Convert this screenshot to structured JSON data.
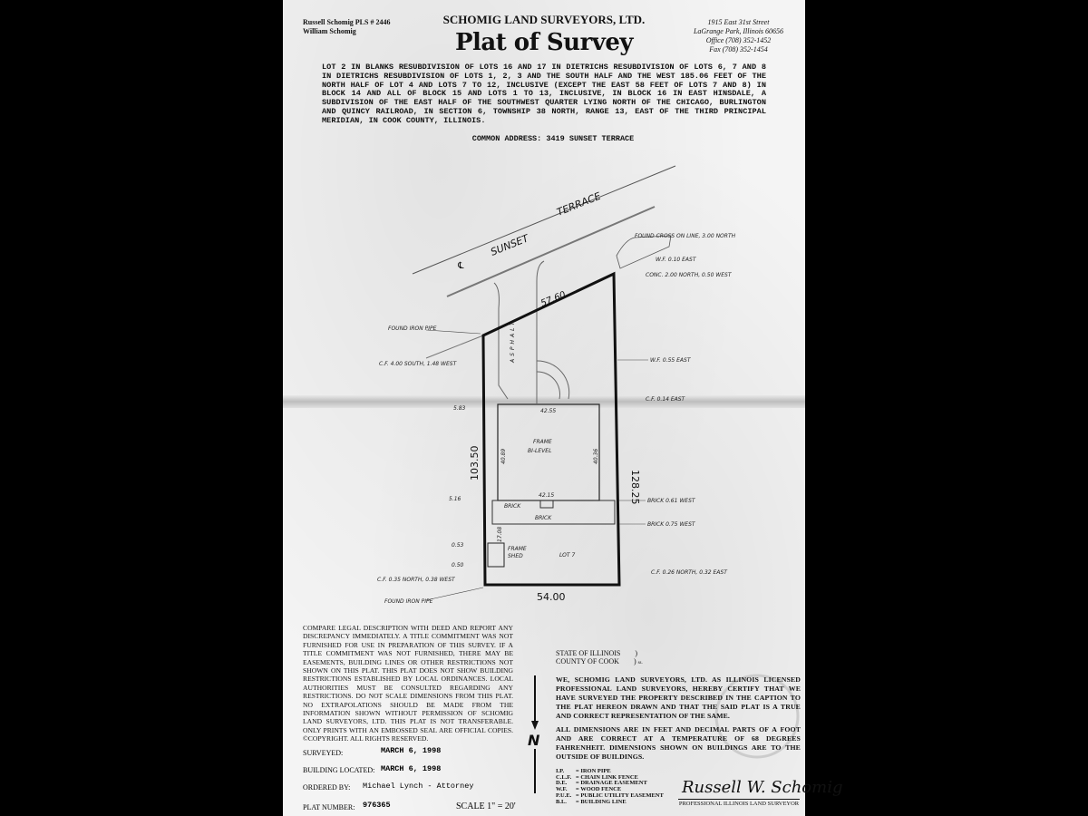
{
  "header": {
    "left_lines": [
      "Russell Schomig PLS # 2446",
      "William Schomig"
    ],
    "firm": "SCHOMIG LAND SURVEYORS, LTD.",
    "title": "Plat of Survey",
    "right_lines": [
      "1915 East 31st Street",
      "LaGrange Park, Illinois 60656",
      "Office (708) 352-1452",
      "Fax (708) 352-1454"
    ]
  },
  "legal_description": "LOT 2 IN BLANKS RESUBDIVISION OF LOTS 16 AND 17 IN DIETRICHS RESUBDIVISION OF LOTS 6, 7 AND 8 IN DIETRICHS RESUBDIVISION OF LOTS 1, 2, 3 AND THE SOUTH HALF AND THE WEST 185.06 FEET OF THE NORTH HALF OF LOT 4 AND LOTS 7 TO 12, INCLUSIVE (EXCEPT THE EAST 58 FEET OF LOTS 7 AND 8) IN BLOCK 14 AND ALL OF BLOCK 15 AND LOTS 1 TO 13, INCLUSIVE, IN BLOCK 16 IN EAST HINSDALE, A SUBDIVISION OF THE EAST HALF OF THE SOUTHWEST QUARTER LYING NORTH OF THE CHICAGO, BURLINGTON AND QUINCY RAILROAD, IN SECTION 6, TOWNSHIP 38 NORTH, RANGE 13, EAST OF THE THIRD PRINCIPAL MERIDIAN, IN COOK COUNTY, ILLINOIS.",
  "common_address": "COMMON ADDRESS: 3419 SUNSET TERRACE",
  "plat": {
    "street_word1": "SUNSET",
    "street_word2": "TERRACE",
    "centerline": "℄",
    "front_dim": "57.60",
    "left_dim": "103.50",
    "right_dim": "128.25",
    "rear_dim": "54.00",
    "house_front_dim": "42.55",
    "house_rear_dim": "42.15",
    "house_left_dim": "40.89",
    "house_right_dim": "40.36",
    "house_label_1": "FRAME",
    "house_label_2": "BI-LEVEL",
    "patio_label": "BRICK",
    "stoop_label": "BRICK",
    "driveway_label": "ASPHALT",
    "shed_label_1": "FRAME",
    "shed_label_2": "SHED",
    "shed_dim": "17.08",
    "lot_label": "LOT 7",
    "setback_front": "5.83",
    "setback_rear": "5.16",
    "shed_setback_1": "0.53",
    "shed_setback_2": "0.50",
    "notes": {
      "found_iron_pipe_top": "FOUND IRON PIPE",
      "found_iron_pipe_bottom": "FOUND IRON PIPE",
      "cf_nw": "C.F. 4.00 SOUTH, 1.48 WEST",
      "cross_cut": "FOUND CROSS ON LINE, 3.00 NORTH",
      "wf_top": "W.F. 0.10 EAST",
      "conc": "CONC. 2.00 NORTH, 0.50 WEST",
      "wf_mid": "W.F. 0.55 EAST",
      "cf_mid": "C.F. 0.14 EAST",
      "brick_1": "BRICK 0.61 WEST",
      "brick_2": "BRICK 0.75 WEST",
      "cf_sw": "C.F. 0.35 NORTH, 0.38 WEST",
      "cf_se": "C.F. 0.26 NORTH, 0.32 EAST"
    }
  },
  "disclaimer": "COMPARE LEGAL DESCRIPTION WITH DEED AND REPORT ANY DISCREPANCY IMMEDIATELY. A TITLE COMMITMENT WAS NOT FURNISHED FOR USE IN PREPARATION OF THIS SURVEY. IF A TITLE COMMITMENT WAS NOT FURNISHED, THERE MAY BE EASEMENTS, BUILDING LINES OR OTHER RESTRICTIONS NOT SHOWN ON THIS PLAT. THIS PLAT DOES NOT SHOW BUILDING RESTRICTIONS ESTABLISHED BY LOCAL ORDINANCES. LOCAL AUTHORITIES MUST BE CONSULTED REGARDING ANY RESTRICTIONS. DO NOT SCALE DIMENSIONS FROM THIS PLAT. NO EXTRAPOLATIONS SHOULD BE MADE FROM THE INFORMATION SHOWN WITHOUT PERMISSION OF SCHOMIG LAND SURVEYORS, LTD. THIS PLAT IS NOT TRANSFERABLE. ONLY PRINTS WITH AN EMBOSSED SEAL ARE OFFICIAL COPIES. ©COPYRIGHT. ALL RIGHTS RESERVED.",
  "meta": {
    "surveyed_label": "SURVEYED:",
    "surveyed_value": "MARCH 6, 1998",
    "building_label": "BUILDING LOCATED:",
    "building_value": "MARCH 6, 1998",
    "ordered_label": "ORDERED BY:",
    "ordered_value": "Michael Lynch - Attorney",
    "plat_label": "PLAT NUMBER:",
    "plat_value": "976365",
    "scale": "SCALE 1\" = 20'"
  },
  "north_label": "N",
  "certification": {
    "state": "STATE OF ILLINOIS",
    "county": "COUNTY OF COOK",
    "ss": "ss.",
    "paragraph1": "WE, SCHOMIG LAND SURVEYORS, LTD. AS ILLINOIS LICENSED PROFESSIONAL LAND SURVEYORS, HEREBY CERTIFY THAT WE HAVE SURVEYED THE PROPERTY DESCRIBED IN THE CAPTION TO THE PLAT HEREON DRAWN AND THAT THE SAID PLAT IS A TRUE AND CORRECT REPRESENTATION OF THE SAME.",
    "paragraph2": "ALL DIMENSIONS ARE IN FEET AND DECIMAL PARTS OF A FOOT AND ARE CORRECT AT A TEMPERATURE OF 68 DEGREES FAHRENHEIT. DIMENSIONS SHOWN ON BUILDINGS ARE TO THE OUTSIDE OF BUILDINGS."
  },
  "abbreviations": [
    {
      "k": "I.P.",
      "v": "= IRON PIPE"
    },
    {
      "k": "C.L.F.",
      "v": "= CHAIN LINK FENCE"
    },
    {
      "k": "D.E.",
      "v": "= DRAINAGE EASEMENT"
    },
    {
      "k": "W.F.",
      "v": "= WOOD FENCE"
    },
    {
      "k": "P.U.E.",
      "v": "= PUBLIC UTILITY EASEMENT"
    },
    {
      "k": "B.L.",
      "v": "= BUILDING LINE"
    }
  ],
  "signature": "Russell W. Schomig",
  "signature_caption": "PROFESSIONAL ILLINOIS LAND SURVEYOR"
}
